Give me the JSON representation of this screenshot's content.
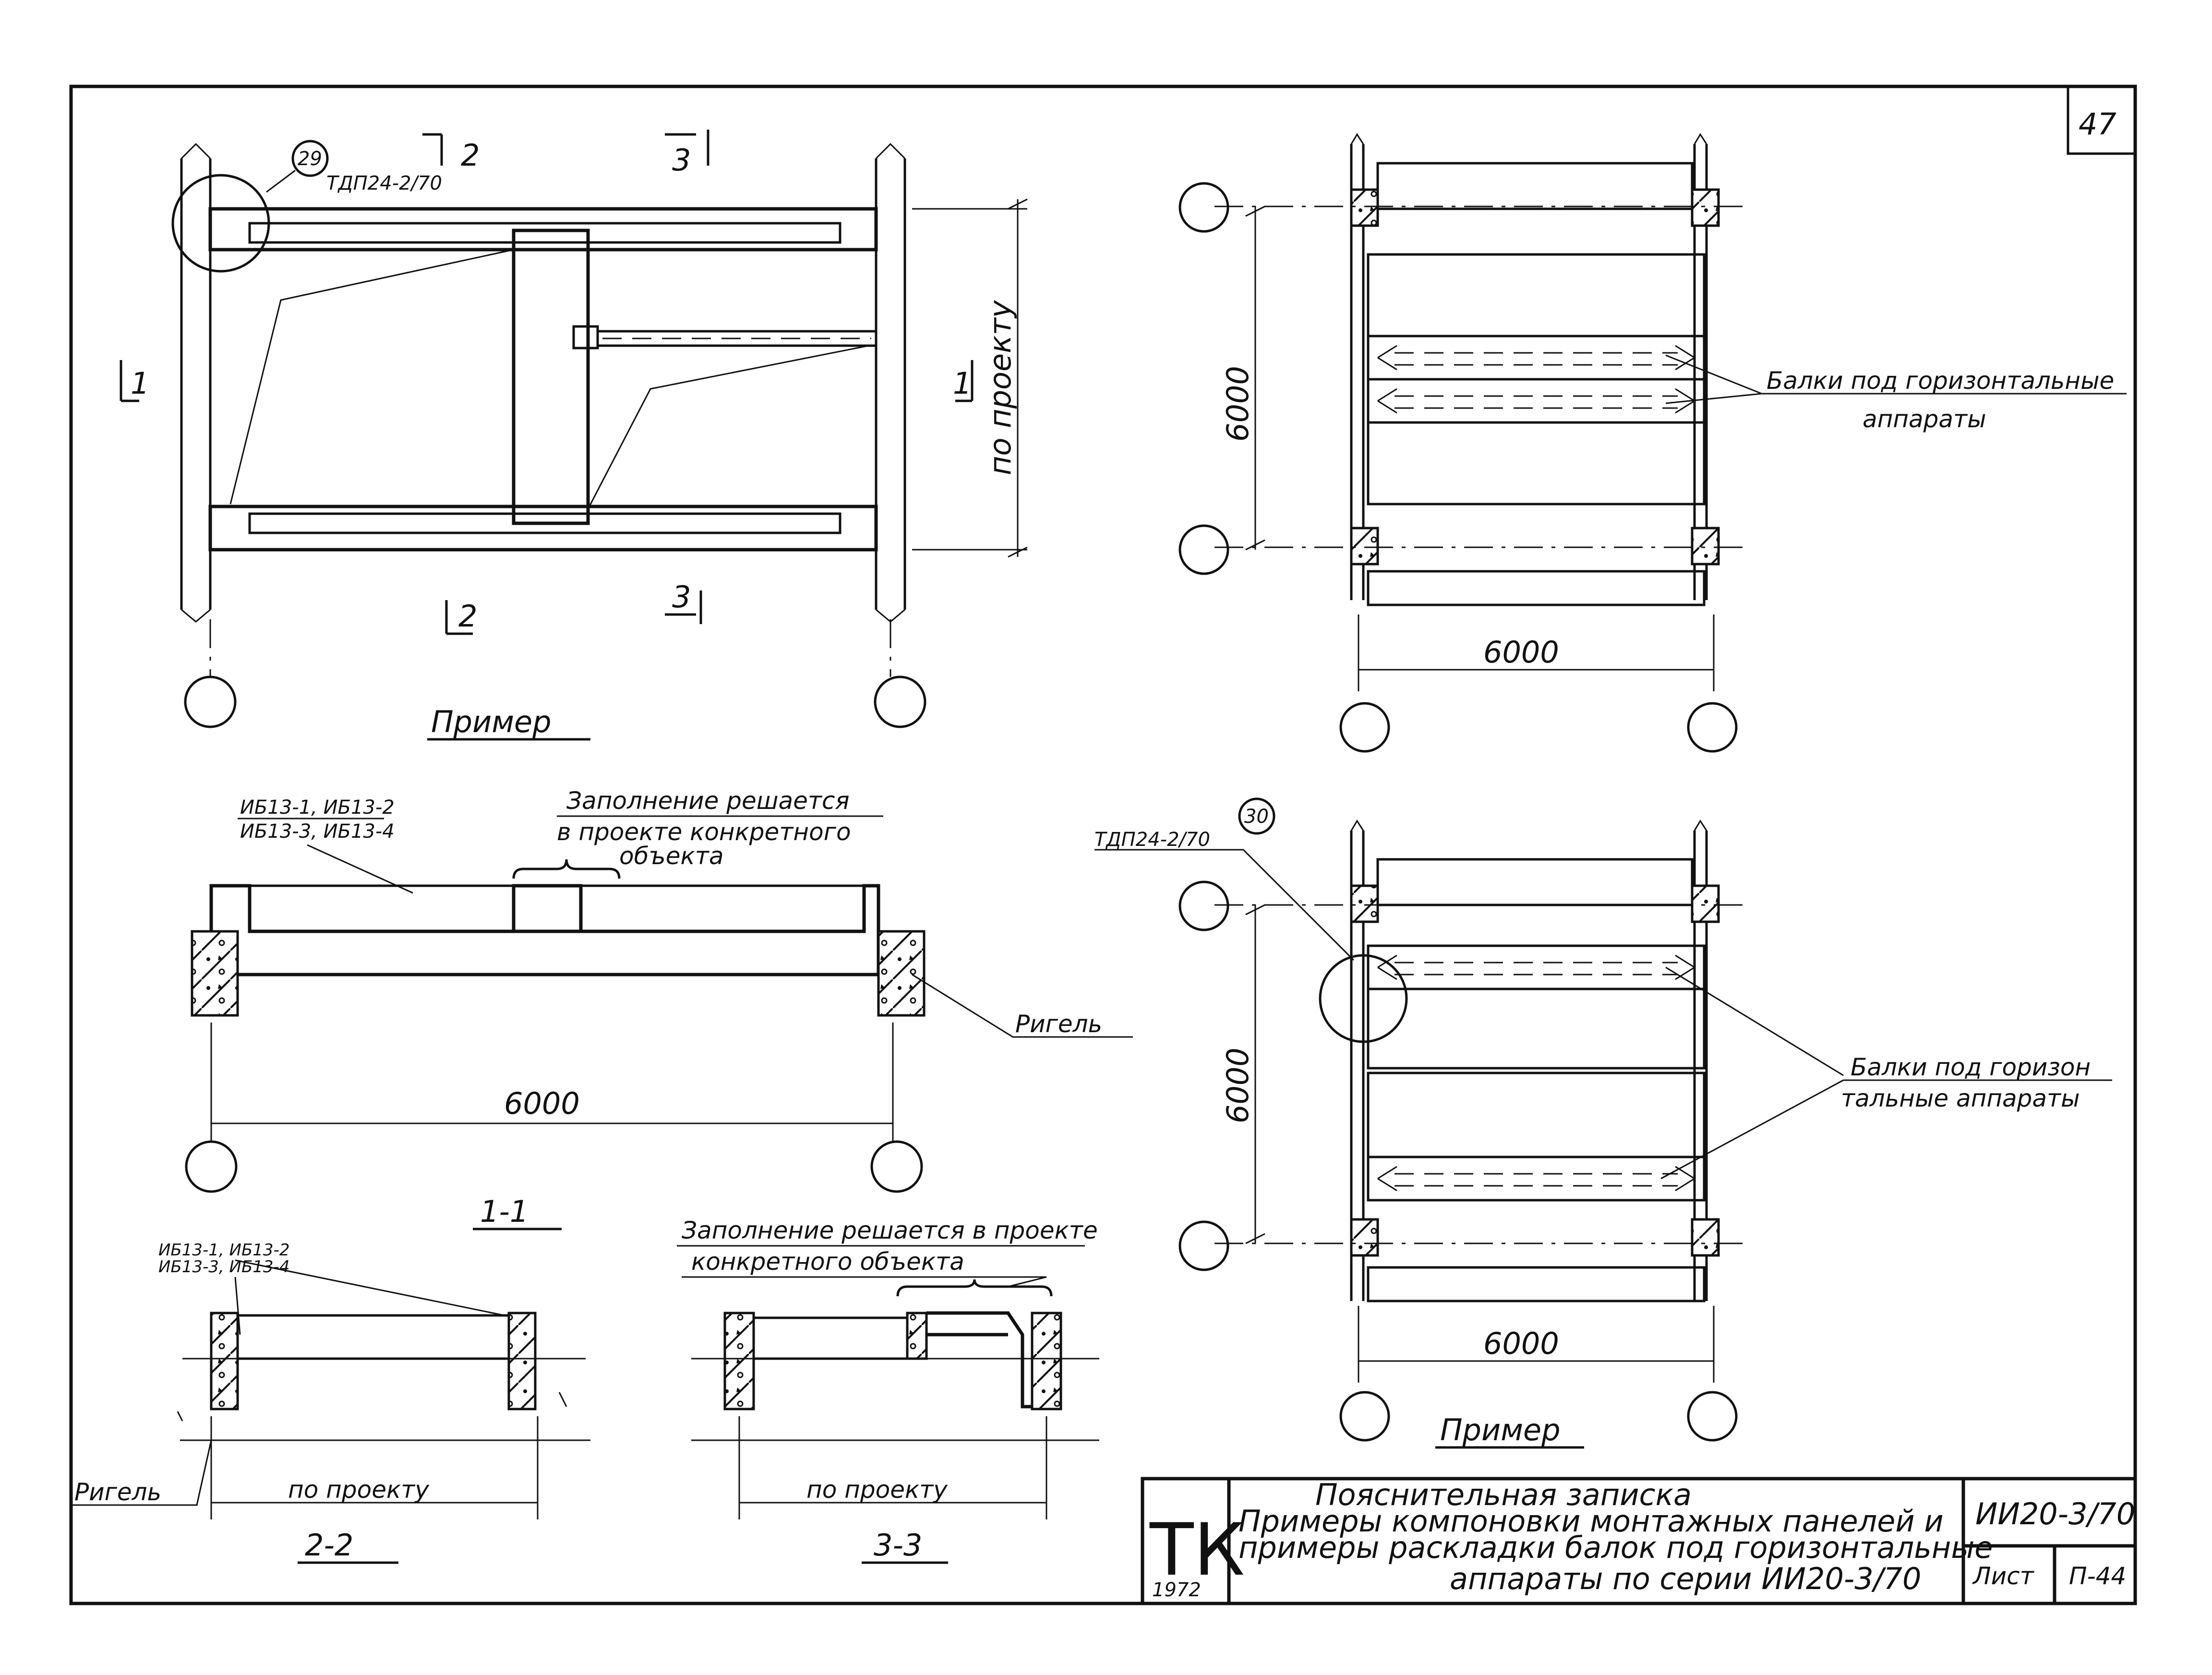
{
  "sheet": {
    "page_number": "47",
    "tk_mark": "ТК",
    "tk_year": "1972",
    "title_line1": "Пояснительная записка",
    "title_line2": "Примеры компоновки монтажных панелей и",
    "title_line3": "примеры раскладки балок под горизонтальные",
    "title_line4": "аппараты по серии ИИ20-3/70",
    "series_code": "ИИ20-3/70",
    "sheet_label": "Лист",
    "sheet_number": "П-44"
  },
  "plan_top_left": {
    "callout_number": "29",
    "callout_mark": "ТДП24-2/70",
    "section_2": "2",
    "section_3": "3",
    "section_1": "1",
    "dim_vertical": "по проекту",
    "caption": "Пример"
  },
  "plan_top_right": {
    "dim_height": "6000",
    "dim_width": "6000",
    "note": "Балки под горизонтальные",
    "note2": "аппараты"
  },
  "section_1_1": {
    "panel_marks_1": "ИБ13-1, ИБ13-2",
    "panel_marks_2": "ИБ13-3, ИБ13-4",
    "fill_note_1": "Заполнение решается",
    "fill_note_2": "в проекте конкретного",
    "fill_note_3": "объекта",
    "rigel": "Ригель",
    "dim_width": "6000",
    "caption": "1-1"
  },
  "section_2_2": {
    "panel_marks_1": "ИБ13-1, ИБ13-2",
    "panel_marks_2": "ИБ13-3, ИБ13-4",
    "rigel": "Ригель",
    "dim": "по проекту",
    "caption": "2-2"
  },
  "section_3_3": {
    "fill_note_1": "Заполнение решается в проекте",
    "fill_note_2": "конкретного объекта",
    "dim": "по проекту",
    "caption": "3-3"
  },
  "plan_bottom_right": {
    "callout_number": "30",
    "callout_mark": "ТДП24-2/70",
    "dim_height": "6000",
    "dim_width": "6000",
    "note": "Балки под горизон",
    "note2": "тальные аппараты",
    "caption": "Пример"
  }
}
